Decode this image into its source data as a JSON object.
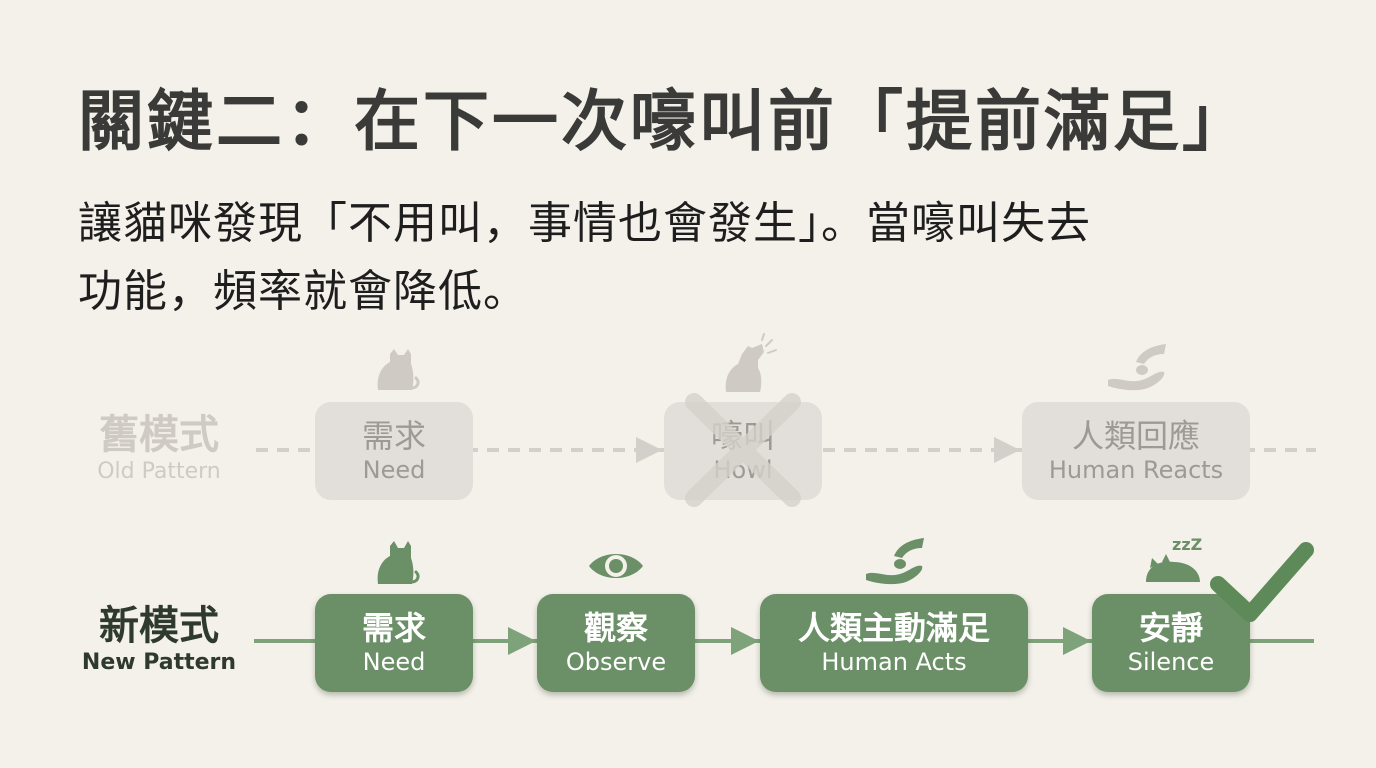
{
  "title": "關鍵二：在下一次嚎叫前「提前滿足」",
  "subtitle": {
    "line1": "讓貓咪發現「不用叫，事情也會發生」。當嚎叫失去",
    "line2": "功能，頻率就會降低。"
  },
  "old_pattern": {
    "label_zh": "舊模式",
    "label_en": "Old Pattern",
    "steps": [
      {
        "zh": "需求",
        "en": "Need",
        "icon": "sitting-cat-icon"
      },
      {
        "zh": "嚎叫",
        "en": "Howl",
        "icon": "howling-cat-icon",
        "crossed_out": true
      },
      {
        "zh": "人類回應",
        "en": "Human Reacts",
        "icon": "hand-giving-icon"
      }
    ]
  },
  "new_pattern": {
    "label_zh": "新模式",
    "label_en": "New Pattern",
    "steps": [
      {
        "zh": "需求",
        "en": "Need",
        "icon": "sitting-cat-icon"
      },
      {
        "zh": "觀察",
        "en": "Observe",
        "icon": "eye-icon"
      },
      {
        "zh": "人類主動滿足",
        "en": "Human Acts",
        "icon": "hand-giving-icon"
      },
      {
        "zh": "安靜",
        "en": "Silence",
        "icon": "sleeping-cat-icon",
        "checked": true
      }
    ]
  },
  "sleep_mark": "zzZ",
  "colors": {
    "background": "#f4f1ea",
    "title": "#3a3a38",
    "old_box": "#e2dfda",
    "old_text": "#9d9a95",
    "old_line": "#d3d0cb",
    "new_box": "#6b8f67",
    "new_line": "#7ea27a",
    "accent_green": "#5e8a5a"
  }
}
